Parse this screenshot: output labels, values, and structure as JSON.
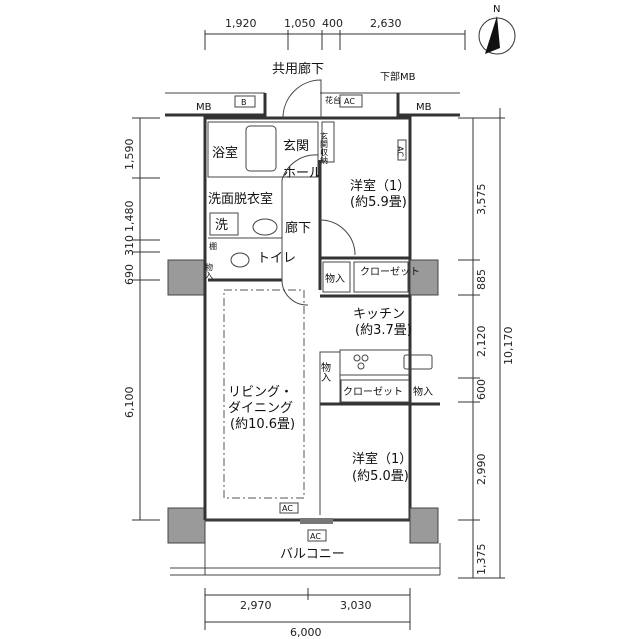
{
  "compass": {
    "label": "N"
  },
  "dimensions": {
    "top": [
      "1,920",
      "1,050",
      "400",
      "2,630"
    ],
    "bottom": [
      "2,970",
      "3,030"
    ],
    "bottom_total": "6,000",
    "left": [
      "1,590",
      "1,480",
      "310",
      "690",
      "6,100"
    ],
    "right": [
      "3,575",
      "885",
      "2,120",
      "600",
      "2,990",
      "1,375"
    ],
    "right_total": "10,170"
  },
  "labels": {
    "common_corridor": "共用廊下",
    "lower_mb": "下部MB",
    "mb_left": "MB",
    "mb_right": "MB",
    "b_box": "B",
    "flower_stand": "花台",
    "ac_top": "AC",
    "bathroom": "浴室",
    "entrance": "玄関",
    "entrance_storage": "玄関収納",
    "hall": "ホール",
    "washroom": "洗面脱衣室",
    "washer": "洗",
    "shelf": "棚",
    "storage_toilet": "物入",
    "toilet": "トイレ",
    "corridor": "廊下",
    "western_room_1": {
      "name": "洋室（1）",
      "size": "(約5.9畳)"
    },
    "storage_1": "物入",
    "closet_1": "クローゼット",
    "kitchen": {
      "name": "キッチン",
      "size": "(約3.7畳)"
    },
    "storage_2": "物入",
    "closet_2": "クローゼット",
    "storage_3": "物入",
    "living": {
      "line1": "リビング・",
      "line2": "ダイニング",
      "size": "(約10.6畳)"
    },
    "western_room_2": {
      "name": "洋室（1）",
      "size": "(約5.0畳)"
    },
    "ac_living": "AC",
    "ac_balcony": "AC",
    "ac_room": "AC",
    "balcony": "バルコニー"
  }
}
